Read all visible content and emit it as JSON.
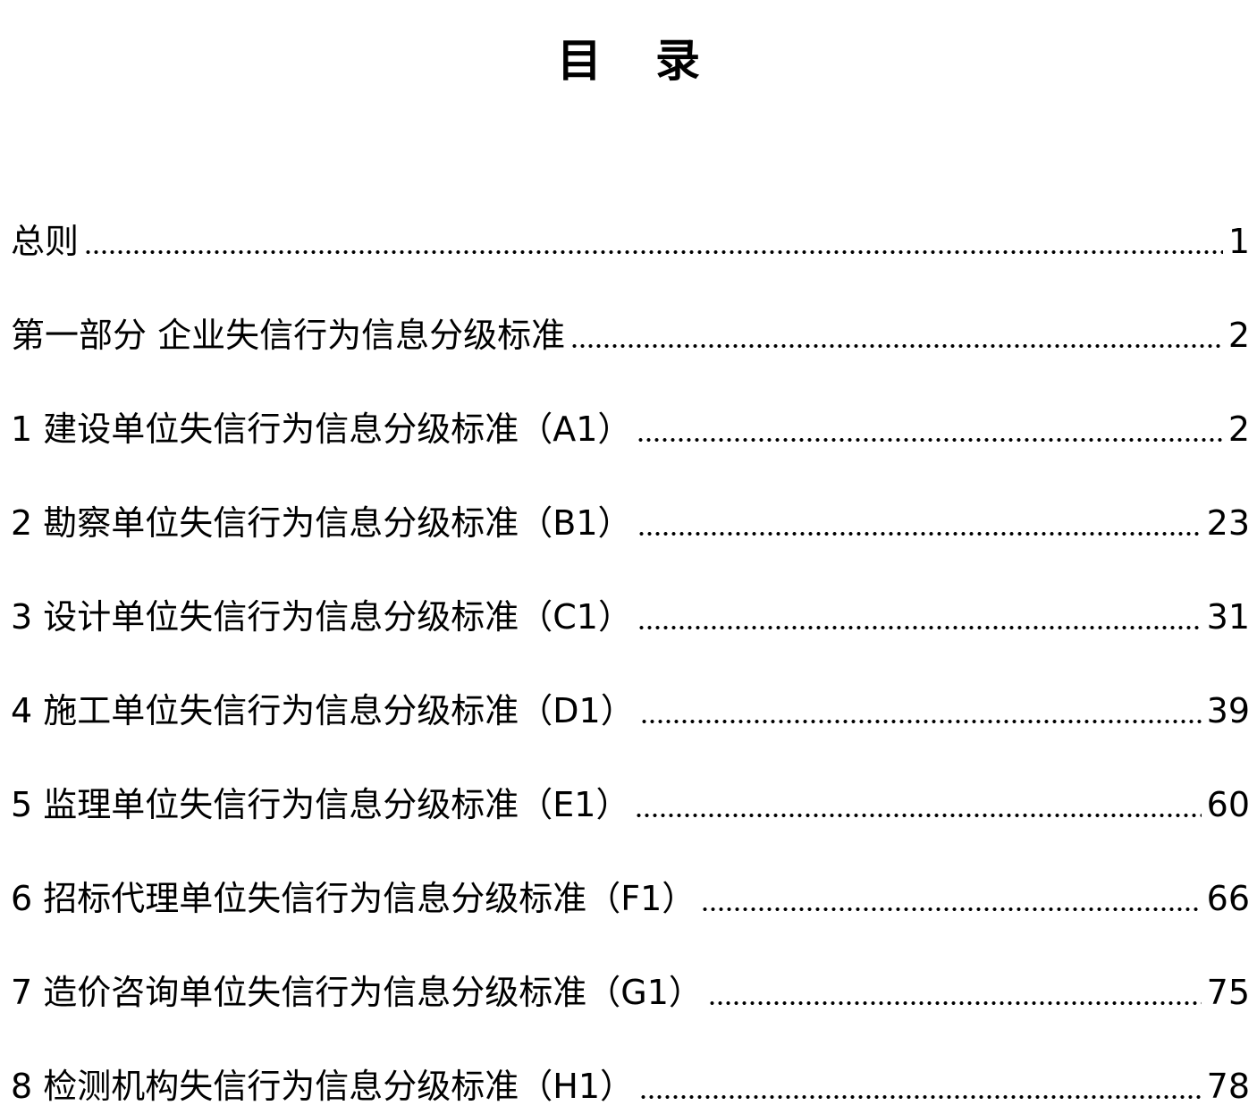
{
  "title": [
    "目",
    "录"
  ],
  "entries": [
    {
      "label": "总则",
      "page": "1"
    },
    {
      "label": "第一部分 企业失信行为信息分级标准",
      "page": "2"
    },
    {
      "label": "1 建设单位失信行为信息分级标准（A1）",
      "page": "2"
    },
    {
      "label": "2 勘察单位失信行为信息分级标准（B1）",
      "page": "23"
    },
    {
      "label": "3 设计单位失信行为信息分级标准（C1）",
      "page": "31"
    },
    {
      "label": "4 施工单位失信行为信息分级标准（D1）",
      "page": "39"
    },
    {
      "label": "5 监理单位失信行为信息分级标准（E1）",
      "page": "60"
    },
    {
      "label": "6 招标代理单位失信行为信息分级标准（F1）",
      "page": "66"
    },
    {
      "label": "7 造价咨询单位失信行为信息分级标准（G1）",
      "page": "75"
    },
    {
      "label": "8 检测机构失信行为信息分级标准（H1）",
      "page": "78"
    }
  ]
}
